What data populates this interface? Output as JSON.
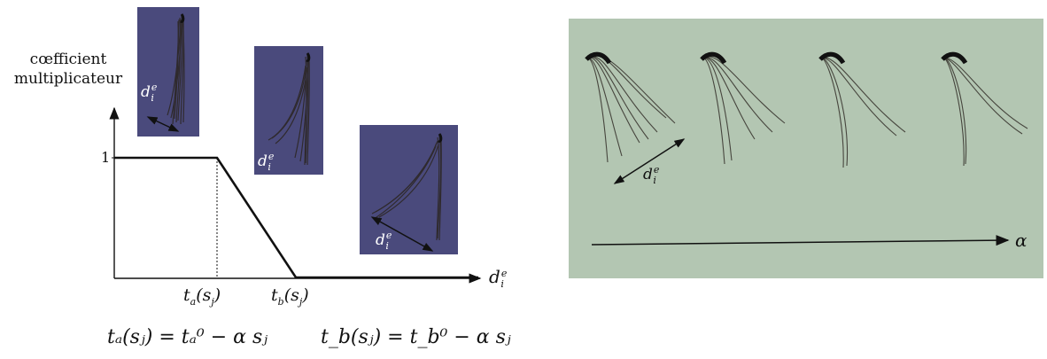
{
  "left_plot": {
    "ylabel_line1": "cœfficient",
    "ylabel_line2": "multiplicateur",
    "y_tick": "1",
    "xlabel": "d",
    "xlabel_sub": "i",
    "xlabel_sup": "e",
    "ta_label": "t",
    "ta_sub": "a",
    "ta_arg": "(s",
    "ta_arg_sub": "j",
    "ta_close": ")",
    "tb_label": "t",
    "tb_sub": "b",
    "tb_arg": "(s",
    "tb_arg_sub": "j",
    "tb_close": ")"
  },
  "insets": {
    "d_label": "d",
    "d_sub": "i",
    "d_sup": "e"
  },
  "equations": {
    "eq1": "tₐ(sⱼ) = tₐ⁰ − α sⱼ",
    "eq2": "t_b(sⱼ) = t_b⁰ − α sⱼ"
  },
  "right_panel": {
    "alpha_label": "α",
    "d_label": "d",
    "d_sub": "i",
    "d_sup": "e",
    "background": "#b3c6b2"
  },
  "colors": {
    "inset_bg": "#4a4a7c",
    "hair": "#2b2520"
  }
}
